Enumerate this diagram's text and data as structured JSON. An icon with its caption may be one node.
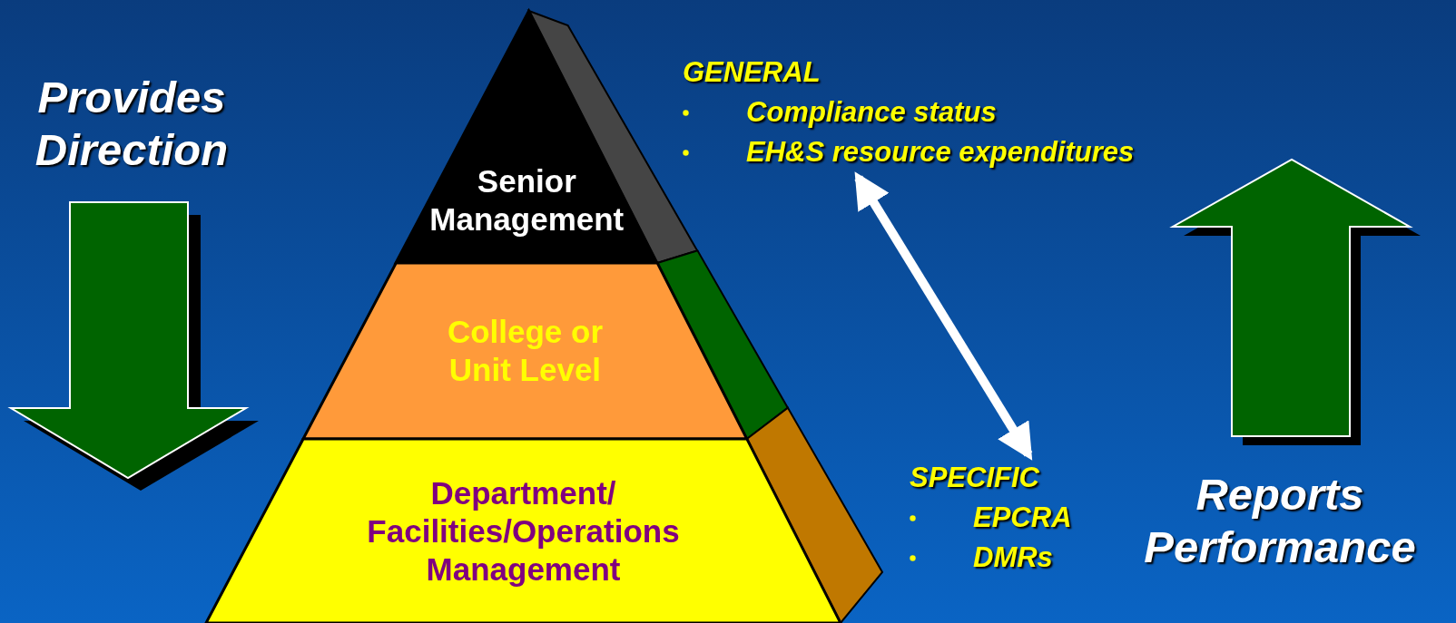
{
  "diagram": {
    "nodes": [
      {
        "text": [
          "Senior Management"
        ]
      },
      {
        "text": [
          "College or Unit Level"
        ]
      },
      {
        "text": [
          "Department/ Facilities/Operations Management"
        ]
      },
      {
        "text": [
          "GENERAL",
          "Compliance status",
          "EH&S resource expenditures"
        ]
      },
      {
        "text": [
          "SPECIFIC",
          "EPCRA",
          "DMRs"
        ]
      }
    ],
    "edges": [
      {
        "from": 3,
        "to": 4,
        "arrow": "both"
      }
    ],
    "labels": [
      "Provides Direction",
      "Reports Performance"
    ]
  }
}
